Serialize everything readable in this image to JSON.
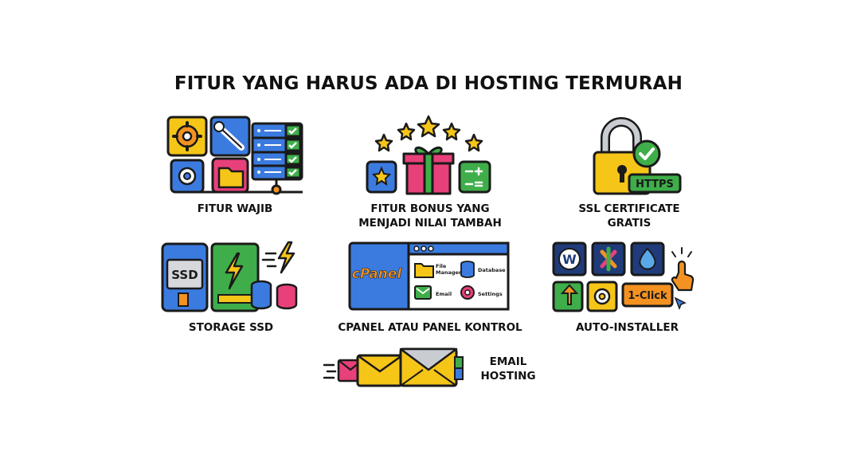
{
  "title": "FITUR YANG HARUS ADA DI HOSTING TERMURAH",
  "features": [
    {
      "lines": [
        "FITUR WAJIB"
      ]
    },
    {
      "lines": [
        "FITUR BONUS YANG",
        "MENJADI NILAI TAMBAH"
      ]
    },
    {
      "lines": [
        "SSL CERTIFICATE",
        "GRATIS"
      ]
    },
    {
      "lines": [
        "STORAGE SSD"
      ]
    },
    {
      "lines": [
        "CPANEL ATAU PANEL KONTROL"
      ]
    },
    {
      "lines": [
        "AUTO-INSTALLER"
      ]
    },
    {
      "lines": [
        "EMAIL",
        "HOSTING"
      ]
    }
  ],
  "icon_text": {
    "https": "HTTPS",
    "ssd": "SSD",
    "cpanel_logo": "cPanel",
    "file_manager": [
      "File",
      "Manager"
    ],
    "database": "Database",
    "email": "Email",
    "settings": "Settings",
    "one_click": "1-Click"
  },
  "colors": {
    "outline": "#1a1a1a",
    "yellow": "#f5c518",
    "blue": "#3b7be0",
    "green": "#3fae4a",
    "pink": "#e8407a",
    "orange": "#f39221",
    "navy": "#1f3b7a"
  }
}
